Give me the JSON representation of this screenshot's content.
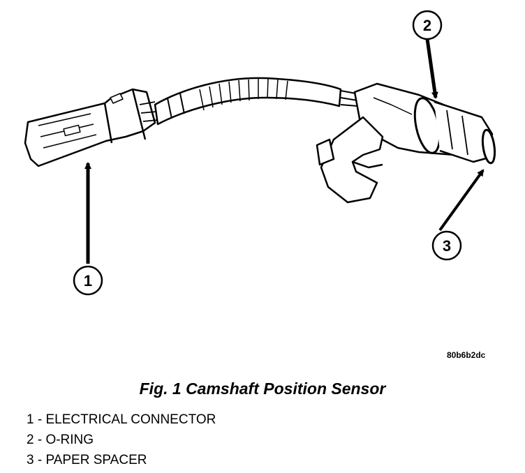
{
  "figure": {
    "callouts": [
      {
        "id": 1,
        "text": "1"
      },
      {
        "id": 2,
        "text": "2"
      },
      {
        "id": 3,
        "text": "3"
      }
    ],
    "image_code": "80b6b2dc"
  },
  "caption": "Fig. 1 Camshaft Position Sensor",
  "legend": [
    {
      "text": "1 - ELECTRICAL CONNECTOR"
    },
    {
      "text": "2 - O-RING"
    },
    {
      "text": "3 - PAPER SPACER"
    }
  ]
}
